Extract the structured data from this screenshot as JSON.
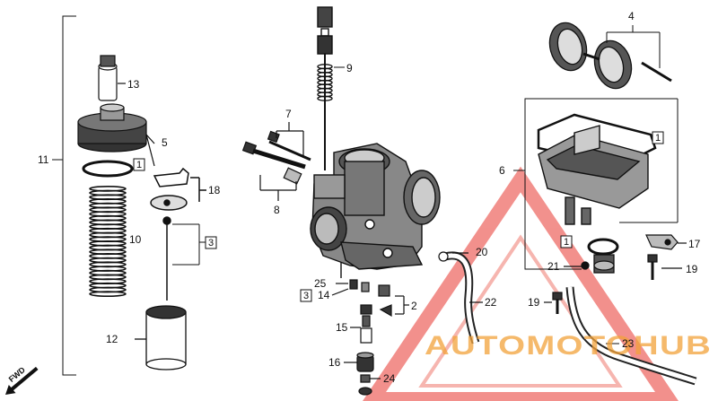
{
  "diagram": {
    "callouts": [
      {
        "id": "13",
        "text": "13"
      },
      {
        "id": "5",
        "text": "5"
      },
      {
        "id": "1a",
        "text": "1",
        "boxed": true
      },
      {
        "id": "11",
        "text": "11"
      },
      {
        "id": "18",
        "text": "18"
      },
      {
        "id": "10",
        "text": "10"
      },
      {
        "id": "3a",
        "text": "3",
        "boxed": true
      },
      {
        "id": "12",
        "text": "12"
      },
      {
        "id": "7",
        "text": "7"
      },
      {
        "id": "8",
        "text": "8"
      },
      {
        "id": "9",
        "text": "9"
      },
      {
        "id": "25",
        "text": "25"
      },
      {
        "id": "3b",
        "text": "3",
        "boxed": true
      },
      {
        "id": "14",
        "text": "14"
      },
      {
        "id": "2",
        "text": "2"
      },
      {
        "id": "15",
        "text": "15"
      },
      {
        "id": "16",
        "text": "16"
      },
      {
        "id": "24",
        "text": "24"
      },
      {
        "id": "4",
        "text": "4"
      },
      {
        "id": "6",
        "text": "6"
      },
      {
        "id": "1b",
        "text": "1",
        "boxed": true
      },
      {
        "id": "1c",
        "text": "1",
        "boxed": true
      },
      {
        "id": "17",
        "text": "17"
      },
      {
        "id": "20",
        "text": "20"
      },
      {
        "id": "21",
        "text": "21"
      },
      {
        "id": "19a",
        "text": "19"
      },
      {
        "id": "19b",
        "text": "19"
      },
      {
        "id": "22",
        "text": "22"
      },
      {
        "id": "23",
        "text": "23"
      }
    ],
    "orientation_label": "FWD",
    "watermark": {
      "text": "AUTOMOTOHUB",
      "color_primary": "#e8362f",
      "color_secondary": "#f2a23a"
    }
  }
}
